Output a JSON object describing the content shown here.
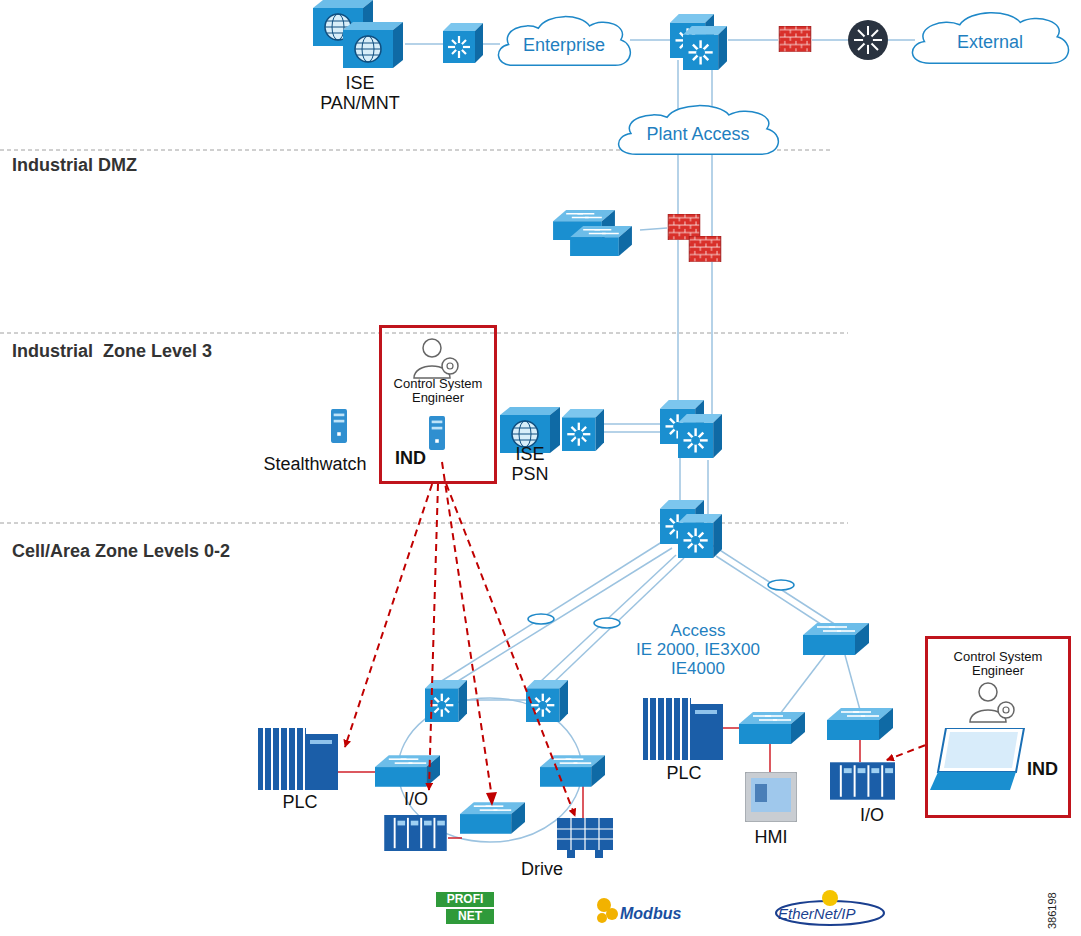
{
  "diagram": {
    "nodes": [
      {
        "text": [
          "ISE PAN/MNT"
        ]
      },
      {
        "text": [
          "Enterprise"
        ]
      },
      {
        "text": [
          "External"
        ]
      },
      {
        "text": [
          "Plant Access"
        ]
      },
      {
        "text": [
          "Stealthwatch"
        ]
      },
      {
        "text": [
          "Control System Engineer",
          "IND"
        ]
      },
      {
        "text": [
          "ISE PSN"
        ]
      },
      {
        "text": [
          "PLC"
        ]
      },
      {
        "text": [
          "I/O"
        ]
      },
      {
        "text": [
          "Drive"
        ]
      },
      {
        "text": [
          "PLC"
        ]
      },
      {
        "text": [
          "HMI"
        ]
      },
      {
        "text": [
          "I/O"
        ]
      },
      {
        "text": [
          "Control System Engineer",
          "IND"
        ]
      }
    ],
    "edges": [
      {
        "from": 5,
        "to": 7,
        "arrow": "to"
      },
      {
        "from": 5,
        "to": 8,
        "arrow": "to"
      },
      {
        "from": 5,
        "to": 9,
        "arrow": "to"
      },
      {
        "from": 13,
        "to": 12,
        "arrow": "to"
      }
    ],
    "labels": [
      "Industrial DMZ",
      "Industrial  Zone Level 3",
      "Cell/Area Zone Levels 0-2",
      "Access",
      "IE 2000, IE3X00",
      "IE4000",
      "PROFI",
      "NET",
      "Modbus",
      "EtherNet/IP",
      "386198"
    ]
  }
}
